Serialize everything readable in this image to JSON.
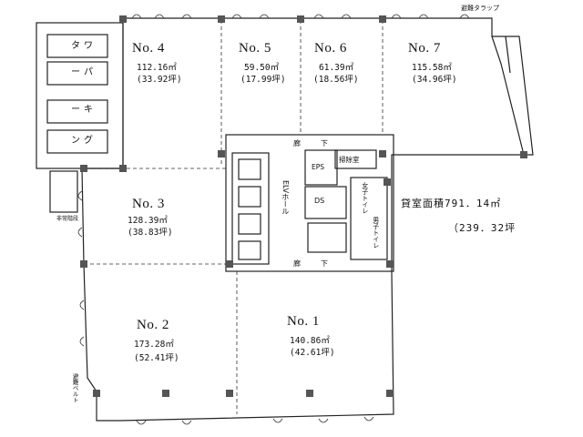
{
  "plan": {
    "units": [
      {
        "id": "no4",
        "name": "No. 4",
        "area_m2": "112.16㎡",
        "area_tsubo": "(33.92坪)"
      },
      {
        "id": "no5",
        "name": "No. 5",
        "area_m2": "59.50㎡",
        "area_tsubo": "(17.99坪)"
      },
      {
        "id": "no6",
        "name": "No. 6",
        "area_m2": "61.39㎡",
        "area_tsubo": "(18.56坪)"
      },
      {
        "id": "no7",
        "name": "No. 7",
        "area_m2": "115.58㎡",
        "area_tsubo": "(34.96坪)"
      },
      {
        "id": "no3",
        "name": "No. 3",
        "area_m2": "128.39㎡",
        "area_tsubo": "(38.83坪)"
      },
      {
        "id": "no2",
        "name": "No. 2",
        "area_m2": "173.28㎡",
        "area_tsubo": "(52.41坪)"
      },
      {
        "id": "no1",
        "name": "No. 1",
        "area_m2": "140.86㎡",
        "area_tsubo": "(42.61坪)"
      }
    ],
    "total_label": "貸室面積791．14㎡",
    "total_tsubo": "（239．32坪",
    "labels": {
      "evac_ramp": "避難タラップ",
      "tower_parking": [
        "タ",
        "ワ",
        "ー",
        "パ",
        "ー",
        "キ",
        "ン",
        "グ"
      ],
      "corridor_a": "廊",
      "corridor_b": "下",
      "corridor_c": "廊",
      "corridor_d": "下",
      "eps": "EPS",
      "cleaning_room": "掃除室",
      "ds": "DS",
      "elv_hall": "ELVホール",
      "wc_women": "女子トイレ",
      "wc_men": "男子トイレ",
      "outdoor_stair": "非常階段",
      "evac_chute": "避難ベルト"
    }
  }
}
